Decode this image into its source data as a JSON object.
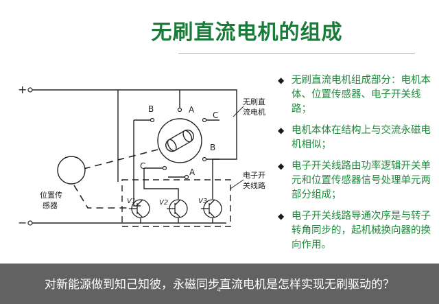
{
  "slide": {
    "title": "无刷直流电机的组成",
    "bullets": [
      "无刷直流电机组成部分：电机本体、位置传感器、电子开关线路；",
      "电机本体在结构上与交流永磁电机相似；",
      "电子开关线路由功率逻辑开关单元和位置传感器信号处理单元两部分组成；",
      "电子开关线路导通次序是与转子转角同步的，起机械换向器的换向作用。"
    ],
    "page_number": "4"
  },
  "diagram": {
    "plus_label": "+",
    "minus_label": "−",
    "motor_label_line1": "无刷直",
    "motor_label_line2": "流电机",
    "switch_label_line1": "电子开",
    "switch_label_line2": "关线路",
    "sensor_label_line1": "位置传",
    "sensor_label_line2": "感器",
    "terminal_a_top": "A",
    "terminal_b_left": "B",
    "terminal_c_right": "C",
    "terminal_b_right": "B",
    "terminal_c_left": "C",
    "terminal_a_bottom": "A",
    "transistor_1": "V1",
    "transistor_2": "V2",
    "transistor_3": "V3"
  },
  "caption": {
    "text": "对新能源做到知己知彼，永磁同步直流电机是怎样实现无刷驱动的？"
  },
  "colors": {
    "title": "#1a7a3a",
    "bullet_text": "#1f8a3c",
    "caption_bg": "#464646"
  }
}
